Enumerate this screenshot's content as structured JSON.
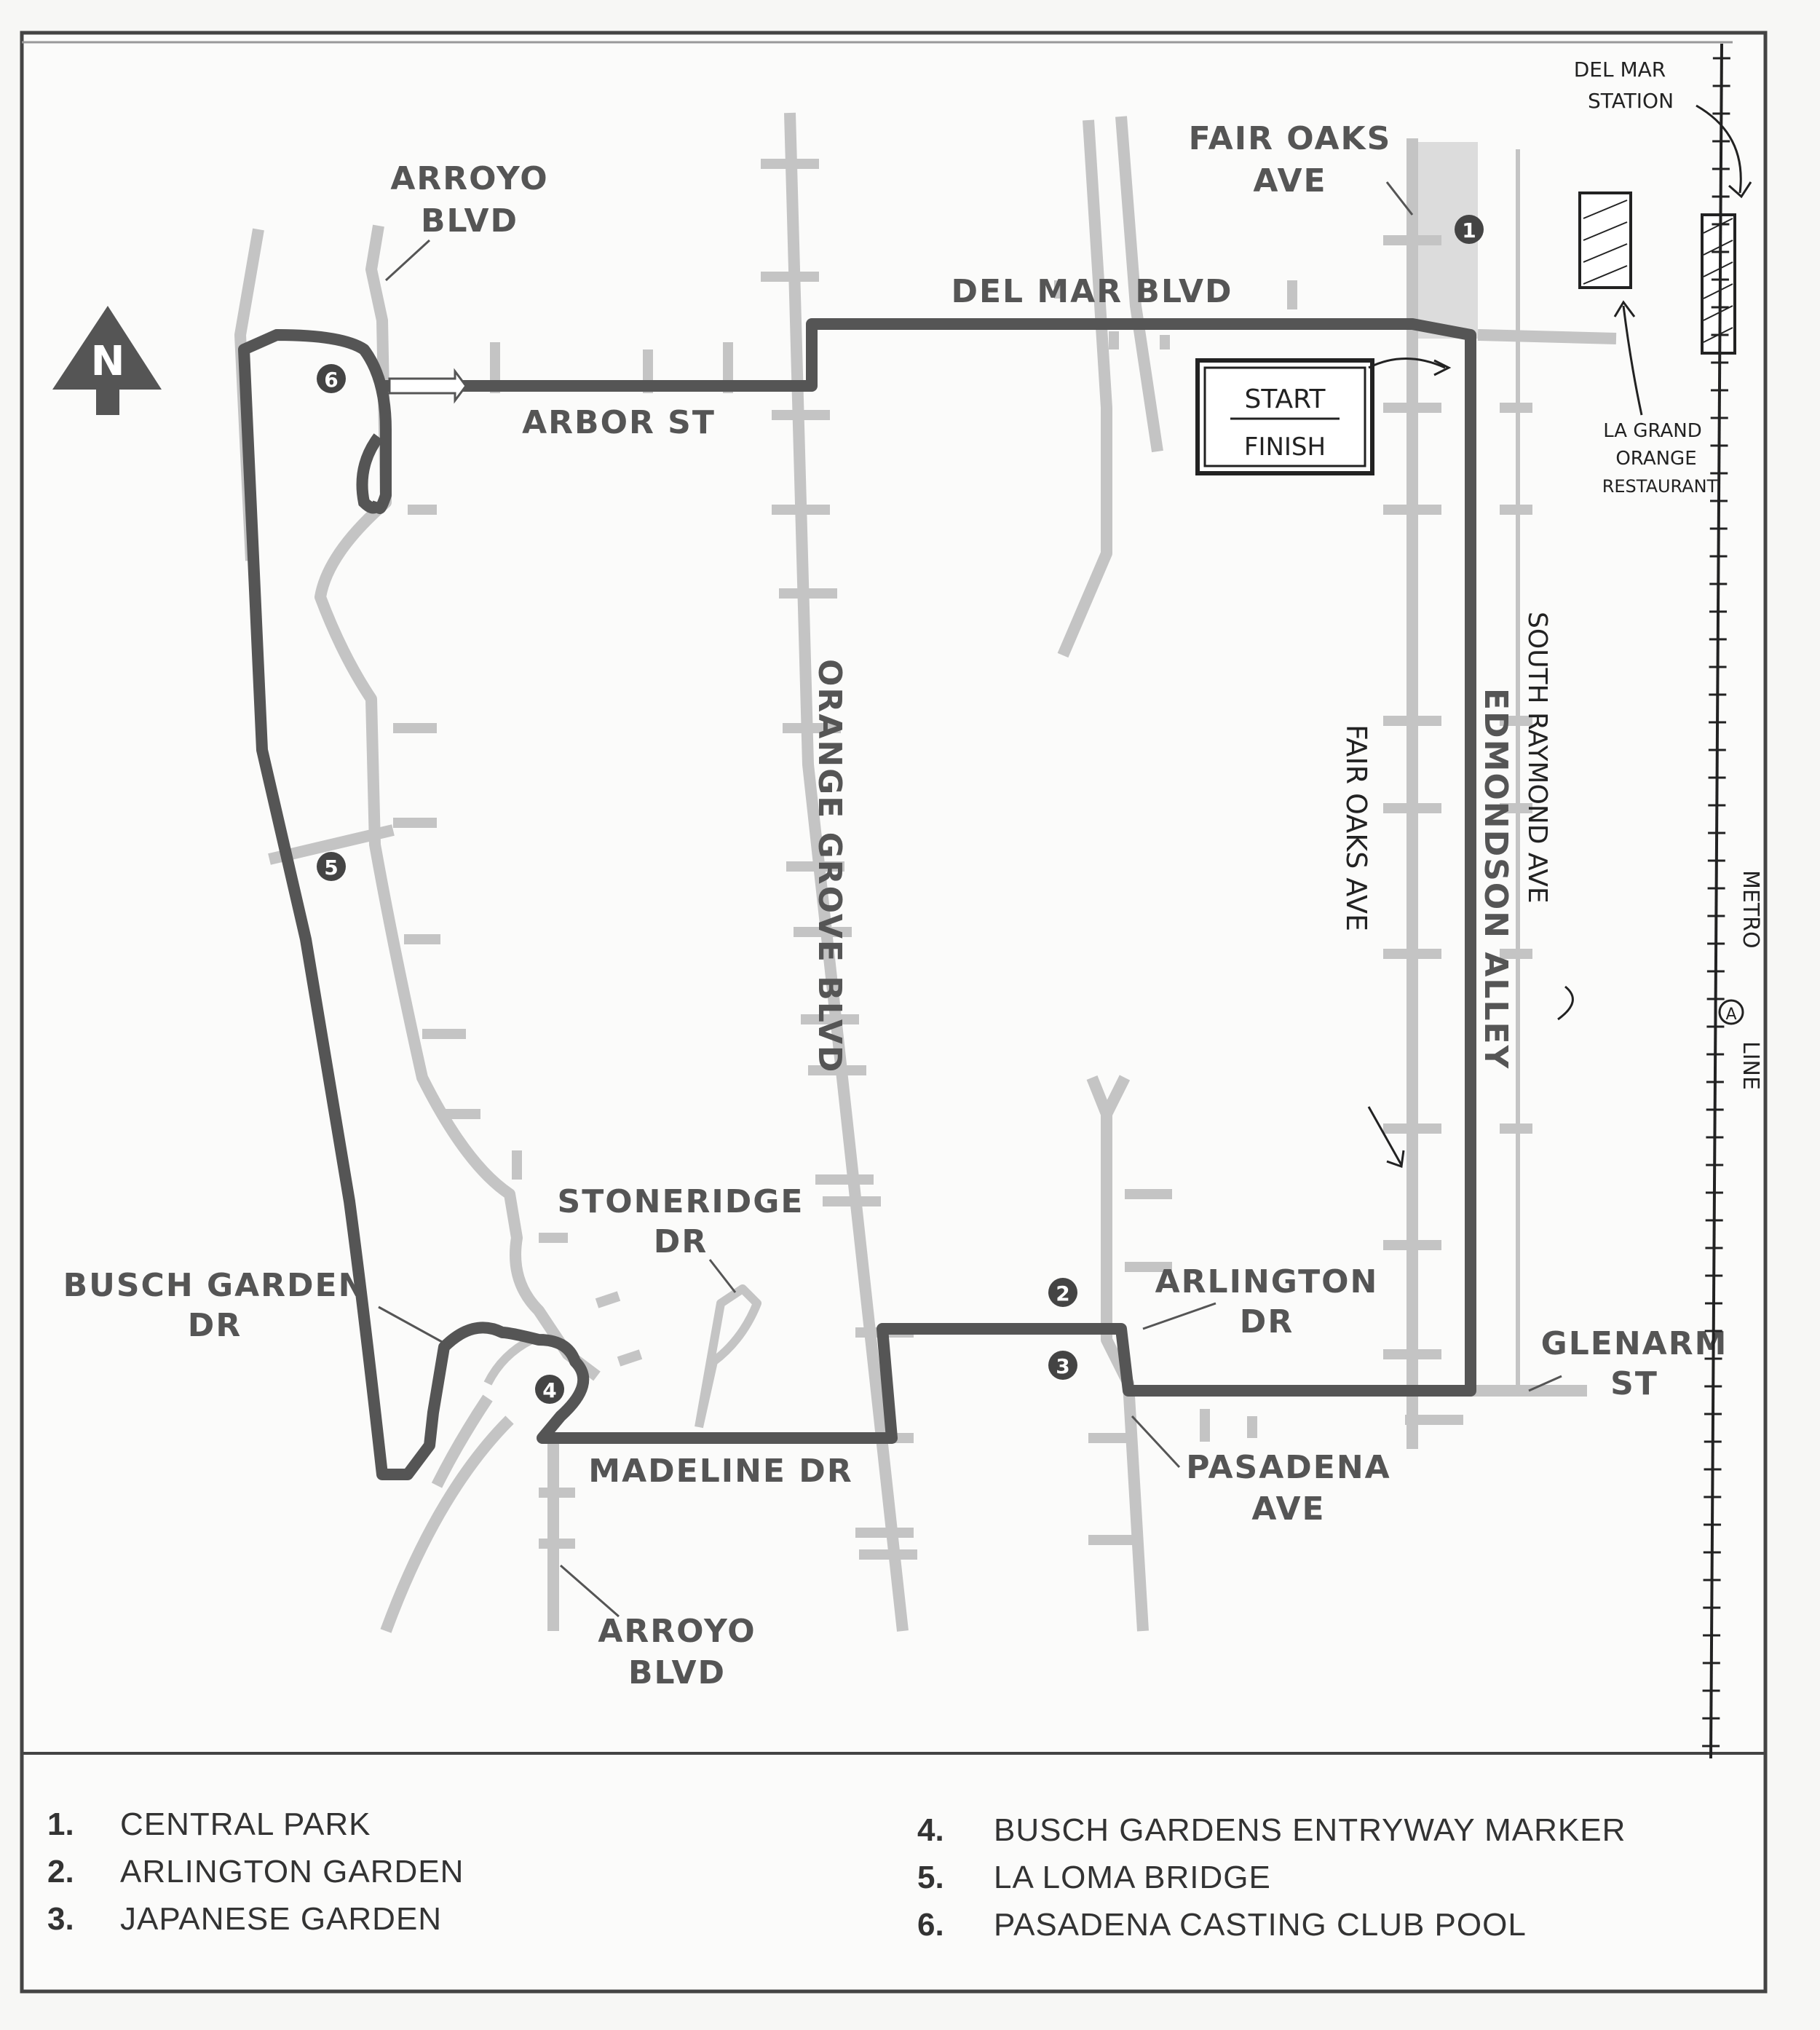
{
  "streets": {
    "arroyo_blvd_north": [
      "ARROYO",
      "BLVD"
    ],
    "fair_oaks_ave_north": [
      "FAIR OAKS",
      "AVE"
    ],
    "del_mar_blvd": "DEL MAR BLVD",
    "arbor_st": "ARBOR ST",
    "orange_grove_blvd": "ORANGE GROVE BLVD",
    "edmondson_alley": "EDMONDSON ALLEY",
    "stoneridge_dr": [
      "STONERIDGE",
      "DR"
    ],
    "busch_garden_dr": [
      "BUSCH GARDEN",
      "DR"
    ],
    "arlington_dr": [
      "ARLINGTON",
      "DR"
    ],
    "glenarm_st": [
      "GLENARM",
      "ST"
    ],
    "madeline_dr": "MADELINE DR",
    "pasadena_ave": [
      "PASADENA",
      "AVE"
    ],
    "arroyo_blvd_south": [
      "ARROYO",
      "BLVD"
    ]
  },
  "handwritten": {
    "start": "START",
    "finish": "FINISH",
    "del_mar_station": [
      "DEL MAR",
      "STATION"
    ],
    "restaurant": [
      "LA GRAND",
      "ORANGE",
      "RESTAURANT"
    ],
    "south_raymond_ave": "SOUTH RAYMOND AVE",
    "fair_oaks_ave": "FAIR OAKS AVE",
    "metro_line": [
      "METRO",
      "LINE"
    ],
    "metro_letter": "A"
  },
  "north_arrow": "N",
  "markers": [
    "1",
    "2",
    "3",
    "4",
    "5",
    "6"
  ],
  "legend": [
    {
      "num": "1.",
      "name": "CENTRAL PARK"
    },
    {
      "num": "2.",
      "name": "ARLINGTON GARDEN"
    },
    {
      "num": "3.",
      "name": "JAPANESE GARDEN"
    },
    {
      "num": "4.",
      "name": "BUSCH GARDENS ENTRYWAY MARKER"
    },
    {
      "num": "5.",
      "name": "LA LOMA BRIDGE"
    },
    {
      "num": "6.",
      "name": "PASADENA CASTING CLUB POOL"
    }
  ],
  "colors": {
    "street": "#c4c4c4",
    "route": "#555555",
    "label": "#555555",
    "park": "#dcdcdc",
    "ink": "#222222"
  }
}
